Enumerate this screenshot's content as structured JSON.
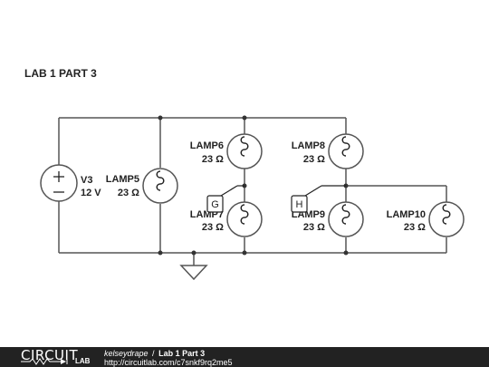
{
  "title": "LAB 1 PART 3",
  "source": {
    "label": "V3",
    "value": "12 V"
  },
  "lamps": [
    {
      "name": "LAMP5",
      "value": "23 Ω"
    },
    {
      "name": "LAMP6",
      "value": "23 Ω"
    },
    {
      "name": "LAMP7",
      "value": "23 Ω"
    },
    {
      "name": "LAMP8",
      "value": "23 Ω"
    },
    {
      "name": "LAMP9",
      "value": "23 Ω"
    },
    {
      "name": "LAMP10",
      "value": "23 Ω"
    }
  ],
  "probes": [
    "G",
    "H"
  ],
  "footer": {
    "logo_text": "CIRCUIT",
    "logo_sub": "LAB",
    "author": "kelseydrape",
    "separator": "/",
    "circuit_title": "Lab 1 Part 3",
    "url": "http://circuitlab.com/c7snkf9rq2me5"
  },
  "colors": {
    "wire": "#555555",
    "ink": "#222222",
    "footer_bg": "#222222"
  }
}
